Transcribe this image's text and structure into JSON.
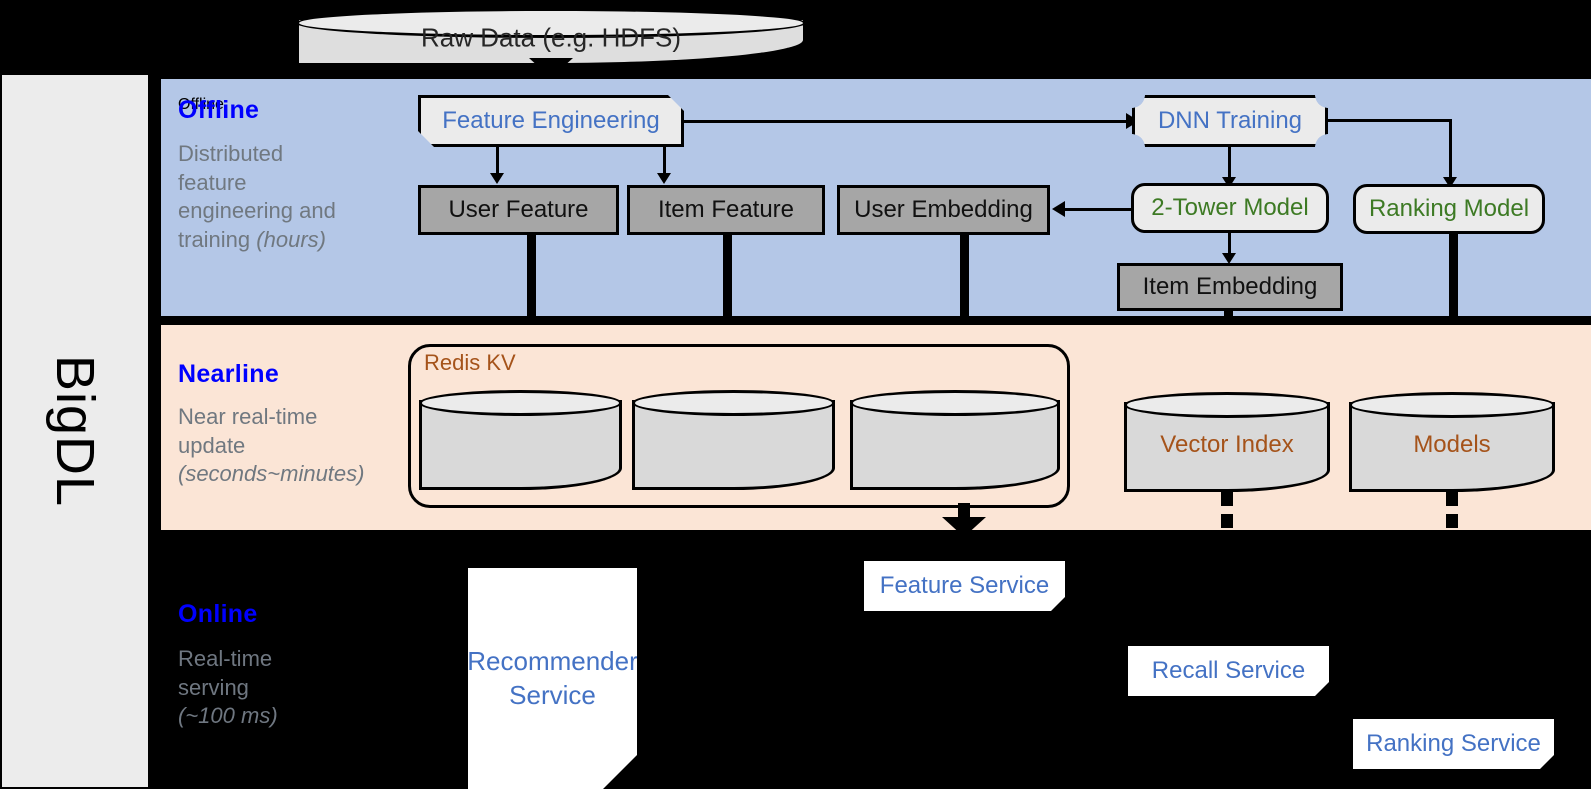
{
  "sidebar": {
    "label": "BigDL"
  },
  "source": {
    "label": "Raw Data (e.g. HDFS)"
  },
  "bands": {
    "offline": {
      "title": "Offline",
      "subtitle_line1": "Distributed",
      "subtitle_line2": "feature",
      "subtitle_line3": "engineering and",
      "subtitle_line4": "training ",
      "subtitle_italic": "(hours)"
    },
    "nearline": {
      "title": "Nearline",
      "subtitle_line1": "Near real-time",
      "subtitle_line2": "update",
      "subtitle_italic": "(seconds~minutes)"
    },
    "online": {
      "title": "Online",
      "subtitle_line1": "Real-time",
      "subtitle_line2": "serving",
      "subtitle_italic": "(~100 ms)"
    }
  },
  "offline": {
    "feature_engineering": "Feature Engineering",
    "dnn_training": "DNN Training",
    "user_feature": "User Feature",
    "item_feature": "Item Feature",
    "user_embedding": "User Embedding",
    "two_tower_model": "2-Tower Model",
    "ranking_model": "Ranking Model",
    "item_embedding": "Item Embedding"
  },
  "nearline": {
    "redis_label": "Redis KV",
    "stores": [
      "",
      "",
      ""
    ],
    "vector_index": "Vector Index",
    "models": "Models"
  },
  "online": {
    "recommender_service_line1": "Recommender",
    "recommender_service_line2": "Service",
    "feature_service": "Feature Service",
    "recall_service": "Recall Service",
    "ranking_service": "Ranking Service"
  },
  "colors": {
    "offline_band": "#b4c7e7",
    "nearline_band": "#fbe5d6",
    "online_band": "#000000",
    "band_title": "#0000ff",
    "blue_text": "#4472c4",
    "green_text": "#3d7a24",
    "brown_text": "#a5531a",
    "gray_box": "#a6a6a6",
    "sidebar": "#ececec"
  }
}
